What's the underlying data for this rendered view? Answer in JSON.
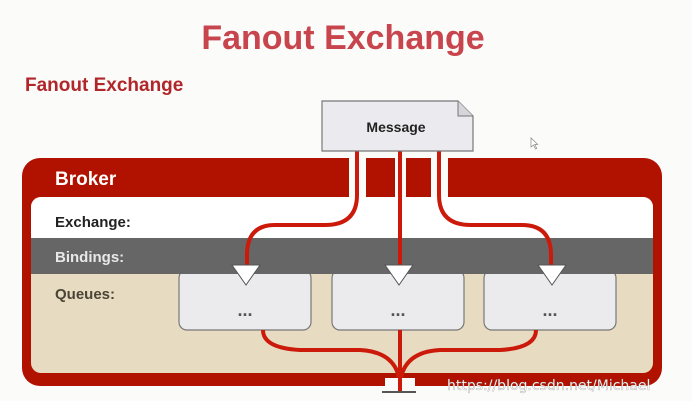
{
  "title": "Fanout Exchange",
  "subtitle": "Fanout Exchange",
  "message": "Message",
  "broker": {
    "label": "Broker",
    "rows": {
      "exchange": "Exchange:",
      "bindings": "Bindings:",
      "queues": "Queues:"
    },
    "queues": [
      "...",
      "...",
      "..."
    ]
  },
  "watermark": "https://blog.csdn.net/Michael",
  "colors": {
    "title": "#c8454e",
    "broker": "#b11200",
    "bindings_band": "#666666",
    "queues_band": "#e7dcc2",
    "line": "#cc1a0a"
  }
}
